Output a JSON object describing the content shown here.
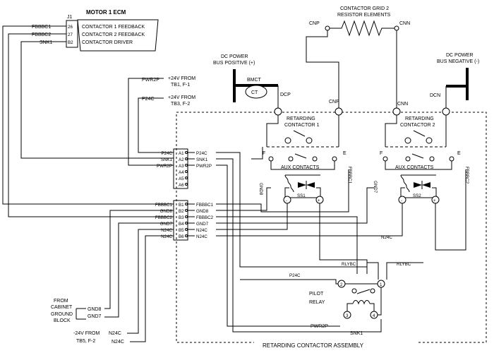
{
  "ecm": {
    "title": "MOTOR 1 ECM",
    "header": "J1",
    "pins": [
      {
        "num": "26",
        "label": "CONTACTOR 1 FEEDBACK",
        "signal": "FBBBC1"
      },
      {
        "num": "27",
        "label": "CONTACTOR 2 FEEDBACK",
        "signal": "FBBBC2"
      },
      {
        "num": "B2",
        "label": "CONTACTOR DRIVER",
        "signal": "SNK1"
      }
    ]
  },
  "grid": {
    "title1": "CONTACTOR GRID 2",
    "title2": "RESISTOR ELEMENTS",
    "left": "CNP",
    "right": "CNN"
  },
  "bus_pos": {
    "line1": "DC POWER",
    "line2": "BUS POSITIVE (+)"
  },
  "bus_neg": {
    "line1": "DC POWER",
    "line2": "BUS NEGATIVE (-)"
  },
  "bmct": {
    "label": "BMCT",
    "ct": "CT",
    "dcp": "DCP",
    "cnp": "CNP"
  },
  "right_top": {
    "cnn": "CNN",
    "dcn": "DCN"
  },
  "supply": {
    "pwr2p": "PWR2P",
    "pwr2p_note1": "+24V FROM",
    "pwr2p_note2": "TB1, F-1",
    "p24c": "P24C",
    "p24c_note1": "+24V FROM",
    "p24c_note2": "TB3, F-2"
  },
  "contactor1": {
    "title1": "RETARDING",
    "title2": "CONTACTOR 1",
    "f": "F",
    "e": "E",
    "aux": "AUX CONTACTS",
    "ss": "SS1",
    "gnd": "GND8",
    "fb": "FBBBC1"
  },
  "contactor2": {
    "title1": "RETARDING",
    "title2": "CONTACTOR 2",
    "f": "F",
    "e": "E",
    "aux": "AUX CONTACTS",
    "ss": "SS2",
    "gnd": "GND7",
    "fb": "FBBBC2"
  },
  "terminal_a": [
    {
      "pin": "A1",
      "left": "P24C",
      "right": "P24C"
    },
    {
      "pin": "A2",
      "left": "SNK1",
      "right": "SNK1"
    },
    {
      "pin": "A3",
      "left": "PWR2P",
      "right": "PWR2P"
    },
    {
      "pin": "A4",
      "left": "",
      "right": ""
    },
    {
      "pin": "A5",
      "left": "",
      "right": ""
    },
    {
      "pin": "A6",
      "left": "",
      "right": ""
    }
  ],
  "terminal_b": [
    {
      "pin": "B1",
      "left": "FBBBC1",
      "right": "FBBBC1"
    },
    {
      "pin": "B2",
      "left": "GND8",
      "right": "GND8"
    },
    {
      "pin": "B3",
      "left": "FBBBC2",
      "right": "FBBBC2"
    },
    {
      "pin": "B4",
      "left": "GND7",
      "right": "GND7"
    },
    {
      "pin": "B5",
      "left": "N24C",
      "right": "N24C"
    },
    {
      "pin": "B6",
      "left": "N24C",
      "right": "N24C"
    }
  ],
  "misc": {
    "n24c": "N24C",
    "rlybc_left": "RLYBC",
    "rlybc_right": "RLYBC",
    "p24c_lower": "P24C",
    "pwr2p_lower": "PWR2P",
    "snk1_lower": "SNK1"
  },
  "pilot": {
    "label1": "PILOT",
    "label2": "RELAY",
    "p1": "1",
    "p2": "2",
    "p3": "3",
    "p4": "4"
  },
  "cabinet": {
    "line1": "FROM",
    "line2": "CABINET",
    "line3": "GROUND",
    "line4": "BLOCK",
    "gnd8": "GND8",
    "gnd7": "GND7"
  },
  "neg_supply": {
    "note1": "-24V FROM",
    "note2": "TB5, F-2",
    "n24c_a": "N24C",
    "n24c_b": "N24C"
  },
  "assembly": {
    "title": "RETARDING CONTACTOR ASSEMBLY"
  }
}
